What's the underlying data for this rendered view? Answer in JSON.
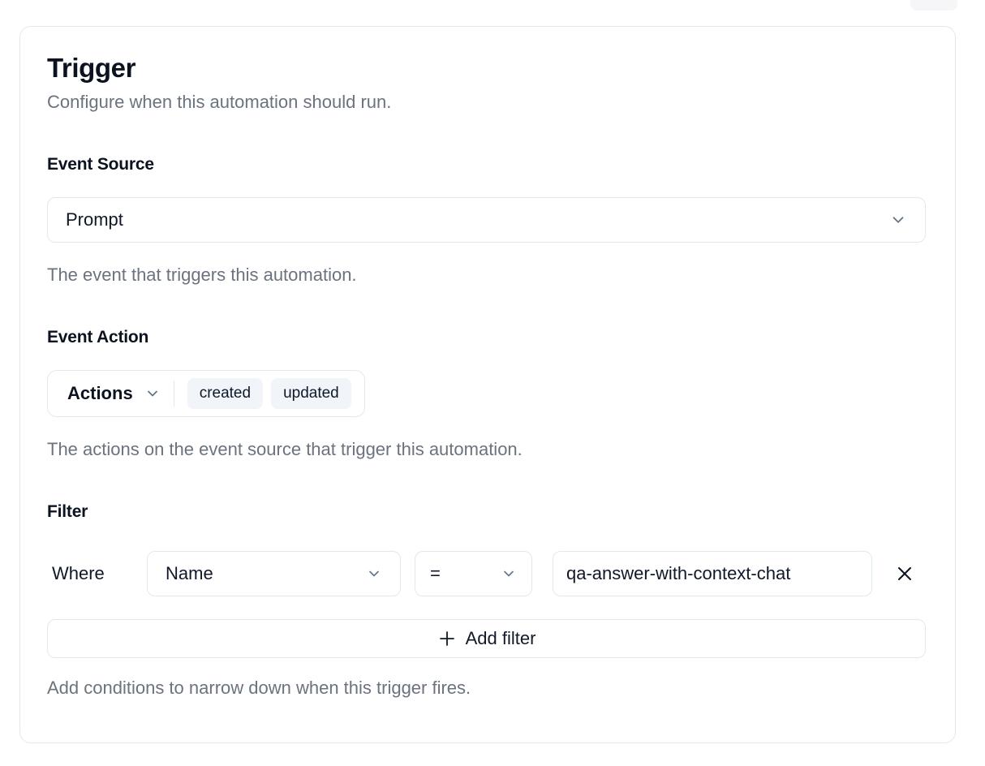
{
  "header": {
    "title": "Trigger",
    "subtitle": "Configure when this automation should run."
  },
  "event_source": {
    "label": "Event Source",
    "selected_value": "Prompt",
    "helper": "The event that triggers this automation."
  },
  "event_action": {
    "label": "Event Action",
    "dropdown_label": "Actions",
    "selected_actions": [
      "created",
      "updated"
    ],
    "helper": "The actions on the event source that trigger this automation."
  },
  "filter": {
    "label": "Filter",
    "where_label": "Where",
    "field_selected_value": "Name",
    "operator_selected_value": "=",
    "value_input": "qa-answer-with-context-chat",
    "add_filter_label": "Add filter",
    "helper": "Add conditions to narrow down when this trigger fires."
  },
  "colors": {
    "card_border": "#e5e7eb",
    "control_border": "#e2e8f0",
    "text_dark": "#0b1220",
    "text_muted": "#6b7280",
    "chip_background": "#f1f5f9",
    "chevron": "#64748b"
  }
}
